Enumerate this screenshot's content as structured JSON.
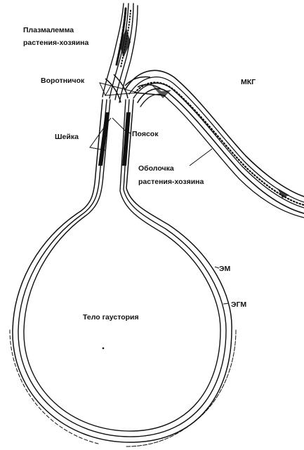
{
  "labels": {
    "host_plasmalemma_line1": "Плазмалемма",
    "host_plasmalemma_line2": "растения-хозяина",
    "collar": "Воротничок",
    "mkg": "МКГ",
    "neck": "Шейка",
    "belt": "Поясок",
    "host_wall_line1": "Оболочка",
    "host_wall_line2": "растения-хозяина",
    "em": "ЭМ",
    "egm": "ЭГМ",
    "haustorium_body": "Тело гаустория"
  },
  "colors": {
    "ink": "#111111",
    "background": "#ffffff"
  }
}
